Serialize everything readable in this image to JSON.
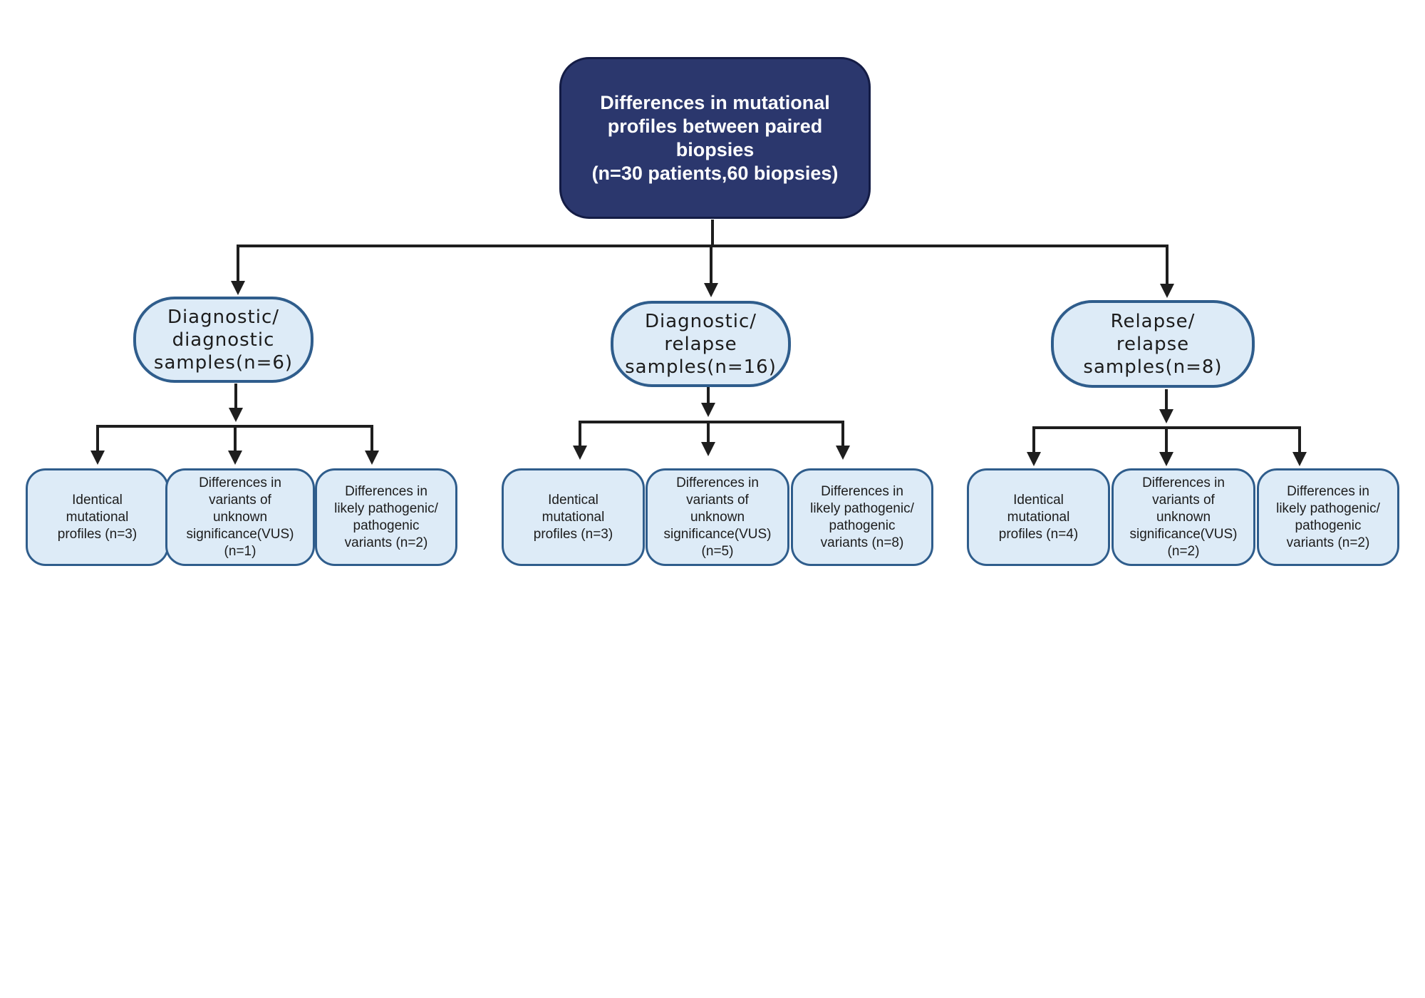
{
  "root": {
    "text": "Differences in mutational\nprofiles between paired\nbiopsies\n(n=30 patients,60 biopsies)"
  },
  "groups": [
    {
      "label": "Diagnostic/\ndiagnostic\nsamples(n=6)",
      "leaves": [
        "Identical\nmutational\nprofiles (n=3)",
        "Differences in\nvariants of\nunknown\nsignificance(VUS)\n(n=1)",
        "Differences in\nlikely pathogenic/\npathogenic\nvariants (n=2)"
      ]
    },
    {
      "label": "Diagnostic/\nrelapse\nsamples(n=16)",
      "leaves": [
        "Identical\nmutational\nprofiles (n=3)",
        "Differences in\nvariants of\nunknown\nsignificance(VUS)\n(n=5)",
        "Differences in\nlikely pathogenic/\npathogenic\nvariants (n=8)"
      ]
    },
    {
      "label": "Relapse/\nrelapse\nsamples(n=8)",
      "leaves": [
        "Identical\nmutational\nprofiles (n=4)",
        "Differences in\nvariants of\nunknown\nsignificance(VUS)\n(n=2)",
        "Differences in\nlikely pathogenic/\npathogenic\nvariants (n=2)"
      ]
    }
  ],
  "colors": {
    "root_fill": "#2b376d",
    "box_fill": "#ddebf7",
    "box_border": "#2f5d8c",
    "connector": "#1e1e1e"
  }
}
